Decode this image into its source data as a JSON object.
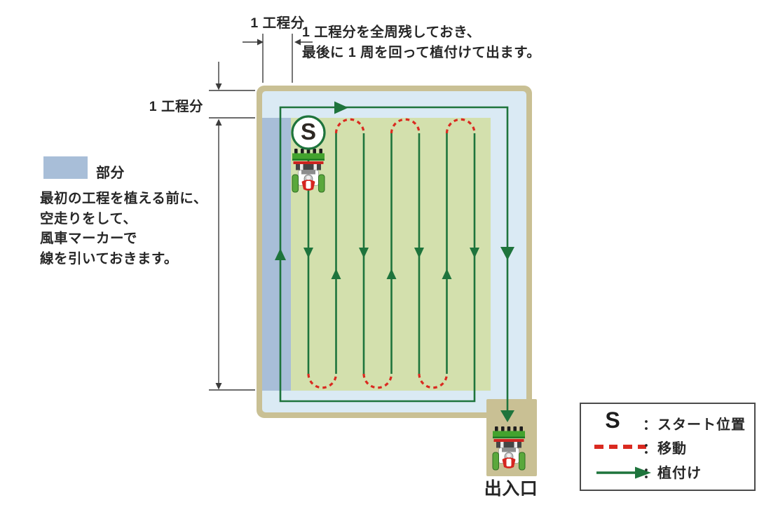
{
  "colors": {
    "tan": "#c9c094",
    "water": "#daeaf4",
    "strip": "#a8bed8",
    "planted": "#d3e0ad",
    "green": "#1e743c",
    "red": "#da2a20",
    "dim": "#3c3c3c",
    "text": "#262626"
  },
  "annotations": {
    "top_dim_label": "1 工程分",
    "left_dim_label": "1 工程分",
    "top_note": {
      "line1": "1 工程分を全周残しておき、",
      "line2": "最後に 1 周を回って植付けて出ます。"
    },
    "strip_note": {
      "swatch_label": "部分",
      "lines": [
        "最初の工程を植える前に、",
        "空走りをして、",
        "風車マーカーで",
        "線を引いておきます。"
      ]
    },
    "start_marker": "S",
    "exit_label": "出入口"
  },
  "legend": {
    "items": [
      {
        "symbol": "S",
        "label": "：スタート位置"
      },
      {
        "symbol": "dashed-red-line",
        "label": "：移動"
      },
      {
        "symbol": "green-arrow",
        "label": "：植付け"
      }
    ]
  }
}
